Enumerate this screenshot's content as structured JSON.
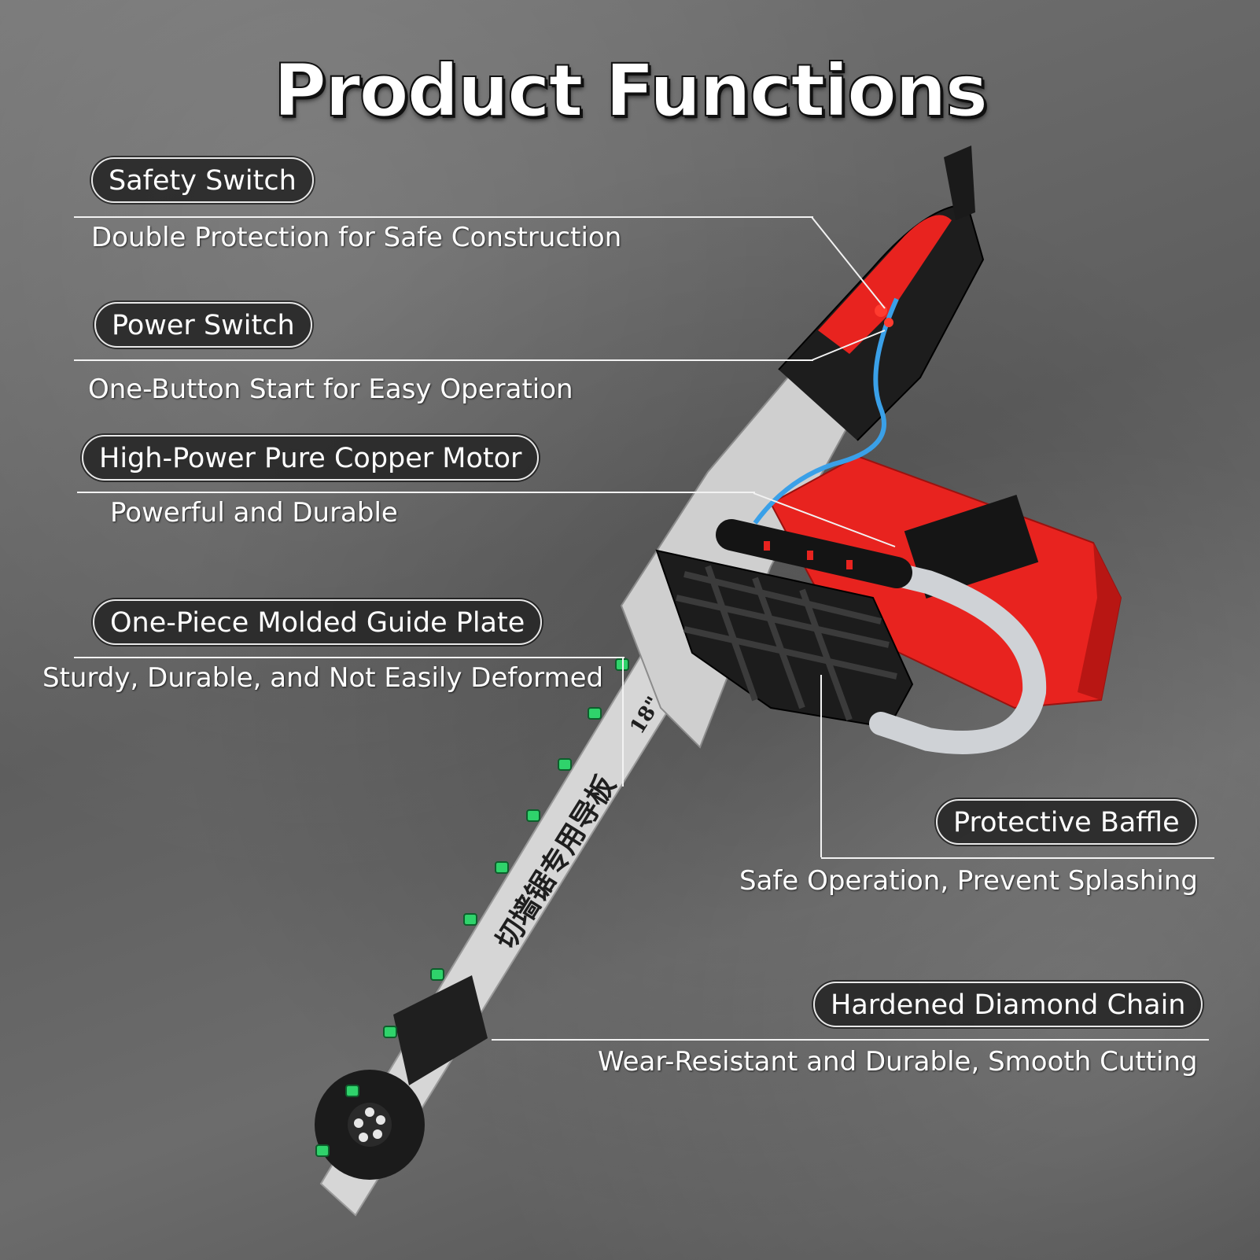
{
  "title": "Product Functions",
  "features": [
    {
      "label": "Safety Switch",
      "description": "Double Protection for Safe Construction"
    },
    {
      "label": "Power Switch",
      "description": "One-Button Start for Easy Operation"
    },
    {
      "label": "High-Power Pure Copper Motor",
      "description": "Powerful and Durable"
    },
    {
      "label": "One-Piece Molded Guide Plate",
      "description": "Sturdy, Durable, and Not Easily Deformed"
    },
    {
      "label": "Protective Baffle",
      "description": "Safe Operation, Prevent Splashing"
    },
    {
      "label": "Hardened Diamond Chain",
      "description": "Wear-Resistant and Durable, Smooth Cutting"
    }
  ],
  "product": {
    "bar_marking": "18\"",
    "bar_text": "切墙锯专用导板"
  },
  "colors": {
    "body_red": "#e8231f",
    "handle_black": "#1a1a1a",
    "bar_silver": "#d8d8d8",
    "chain_tip_green": "#2fd36b",
    "hose_blue": "#3aa0e8"
  }
}
